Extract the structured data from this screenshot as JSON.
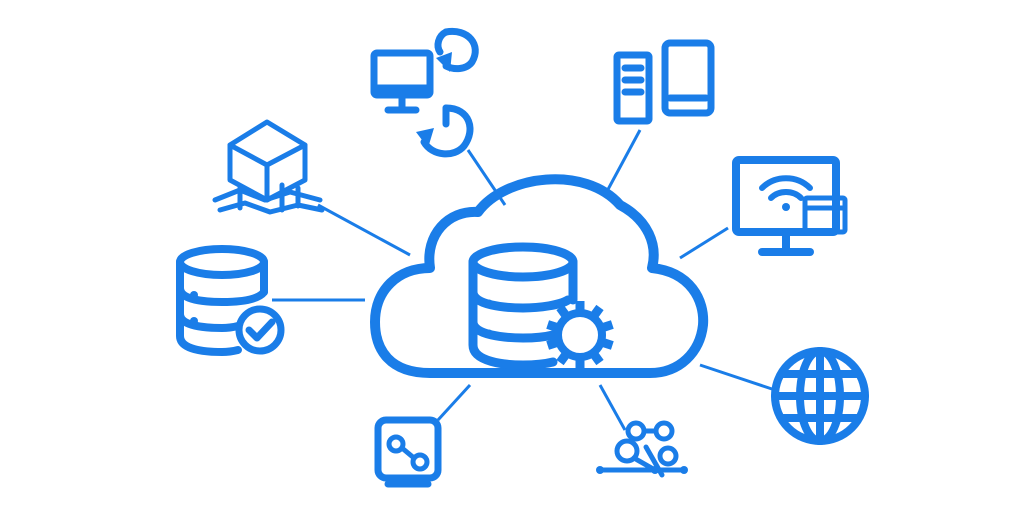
{
  "colors": {
    "primary": "#1a7de8",
    "background": "#ffffff"
  },
  "nodes": [
    {
      "id": "hub",
      "icon": "cloud-database-settings-icon"
    },
    {
      "id": "sync",
      "icon": "computer-sync-icon"
    },
    {
      "id": "devices",
      "icon": "server-and-phone-icon"
    },
    {
      "id": "network",
      "icon": "box-network-icon"
    },
    {
      "id": "wifi",
      "icon": "monitor-wifi-icon"
    },
    {
      "id": "db-check",
      "icon": "database-check-icon"
    },
    {
      "id": "globe",
      "icon": "globe-icon"
    },
    {
      "id": "workflow",
      "icon": "workflow-box-icon"
    },
    {
      "id": "nodes-graph",
      "icon": "node-graph-icon"
    }
  ]
}
